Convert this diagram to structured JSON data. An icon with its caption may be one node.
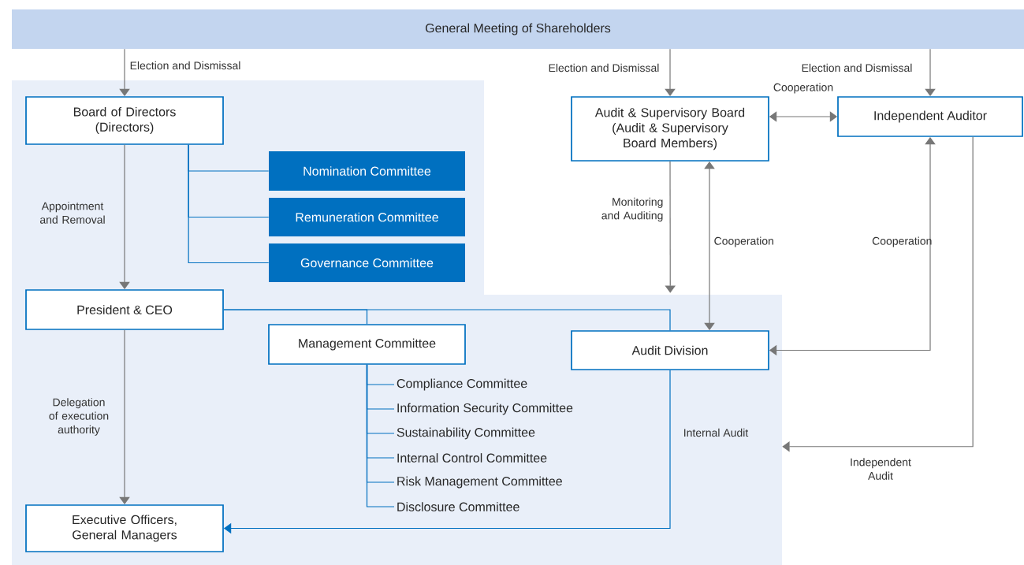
{
  "diagram": {
    "nodes": [
      {
        "text": [
          "General Meeting of Shareholders"
        ]
      },
      {
        "text": [],
        "shape": "box"
      },
      {
        "text": [
          "Board of Directors (Directors)"
        ],
        "in": 1
      },
      {
        "text": [
          "Nomination Committee"
        ],
        "in": 1
      },
      {
        "text": [
          "Remuneration Committee"
        ],
        "in": 1
      },
      {
        "text": [
          "Governance Committee"
        ],
        "in": 1
      },
      {
        "text": [
          "President & CEO"
        ],
        "in": 1
      },
      {
        "text": [
          "Management Committee"
        ],
        "in": 1
      },
      {
        "text": [
          "Audit Division"
        ],
        "in": 1
      },
      {
        "text": [
          "Executive Officers, General Managers"
        ],
        "in": 1
      },
      {
        "text": [
          "Audit & Supervisory Board (Audit & Supervisory Board Members)"
        ]
      },
      {
        "text": [
          "Independent Auditor"
        ]
      },
      {
        "text": [
          "Compliance Committee"
        ],
        "in": 1
      },
      {
        "text": [
          "Information Security Committee"
        ],
        "in": 1
      },
      {
        "text": [
          "Sustainability Committee"
        ],
        "in": 1
      },
      {
        "text": [
          "Internal Control Committee"
        ],
        "in": 1
      },
      {
        "text": [
          "Risk Management Committee"
        ],
        "in": 1
      },
      {
        "text": [
          "Disclosure Committee"
        ],
        "in": 1
      }
    ],
    "edges": [
      {
        "from": 0,
        "to": 2,
        "arrow": "to",
        "label": "Election and Dismissal",
        "color": "#777777"
      },
      {
        "from": 0,
        "to": 10,
        "arrow": "to",
        "label": "Election and Dismissal",
        "color": "#777777"
      },
      {
        "from": 0,
        "to": 11,
        "arrow": "to",
        "label": "Election and Dismissal",
        "color": "#777777"
      },
      {
        "from": 10,
        "to": 11,
        "arrow": "both",
        "label": "Cooperation",
        "color": "#777777"
      },
      {
        "from": 2,
        "to": 6,
        "arrow": "to",
        "label": "Appointment and Removal",
        "color": "#777777"
      },
      {
        "from": 6,
        "to": 9,
        "arrow": "to",
        "label": "Delegation of execution authority",
        "color": "#777777"
      },
      {
        "from": 2,
        "to": 3,
        "arrow": "none",
        "color": "#0070c0"
      },
      {
        "from": 2,
        "to": 4,
        "arrow": "none",
        "color": "#0070c0"
      },
      {
        "from": 2,
        "to": 5,
        "arrow": "none",
        "color": "#0070c0"
      },
      {
        "from": 6,
        "to": 7,
        "arrow": "none",
        "color": "#0070c0"
      },
      {
        "from": 6,
        "to": 8,
        "arrow": "none",
        "color": "#0070c0"
      },
      {
        "from": 7,
        "to": 12,
        "arrow": "none",
        "color": "#0070c0"
      },
      {
        "from": 7,
        "to": 13,
        "arrow": "none",
        "color": "#0070c0"
      },
      {
        "from": 7,
        "to": 14,
        "arrow": "none",
        "color": "#0070c0"
      },
      {
        "from": 7,
        "to": 15,
        "arrow": "none",
        "color": "#0070c0"
      },
      {
        "from": 7,
        "to": 16,
        "arrow": "none",
        "color": "#0070c0"
      },
      {
        "from": 7,
        "to": 17,
        "arrow": "none",
        "color": "#0070c0"
      },
      {
        "from": 8,
        "to": 9,
        "arrow": "to",
        "label": "Internal Audit",
        "color": "#0070c0"
      },
      {
        "from": 10,
        "to": 1,
        "arrow": "to",
        "label": "Monitoring and Auditing",
        "color": "#777777"
      },
      {
        "from": 10,
        "to": 8,
        "arrow": "both",
        "label": "Cooperation",
        "color": "#777777"
      },
      {
        "from": 11,
        "to": 8,
        "arrow": "both",
        "label": "Cooperation",
        "color": "#777777"
      },
      {
        "from": 11,
        "to": 1,
        "arrow": "to",
        "label": "Independent Audit",
        "color": "#777777"
      }
    ]
  }
}
